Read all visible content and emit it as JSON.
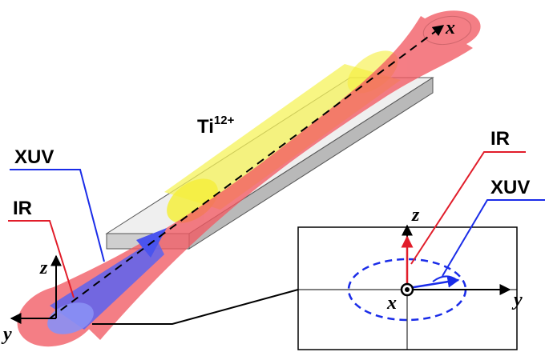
{
  "labels": {
    "xuv_left": "XUV",
    "ir_left": "IR",
    "ion": "Ti",
    "ion_charge": "12+",
    "ir_right": "IR",
    "xuv_right": "XUV"
  },
  "axes": {
    "main_x": "x",
    "main_z": "z",
    "main_y": "y",
    "inset_z": "z",
    "inset_y": "y",
    "inset_x": "x"
  },
  "colors": {
    "ir_beam": "#f25a63",
    "xuv_beam": "#5a63f0",
    "plasma": "#f5f35a",
    "target_slab": "#e4e4e4",
    "ir_label_line": "#e11d2a",
    "xuv_label_line": "#1a2ce8",
    "ir_polarization": "#e11d2a",
    "xuv_polarization": "#1a2ce8"
  }
}
